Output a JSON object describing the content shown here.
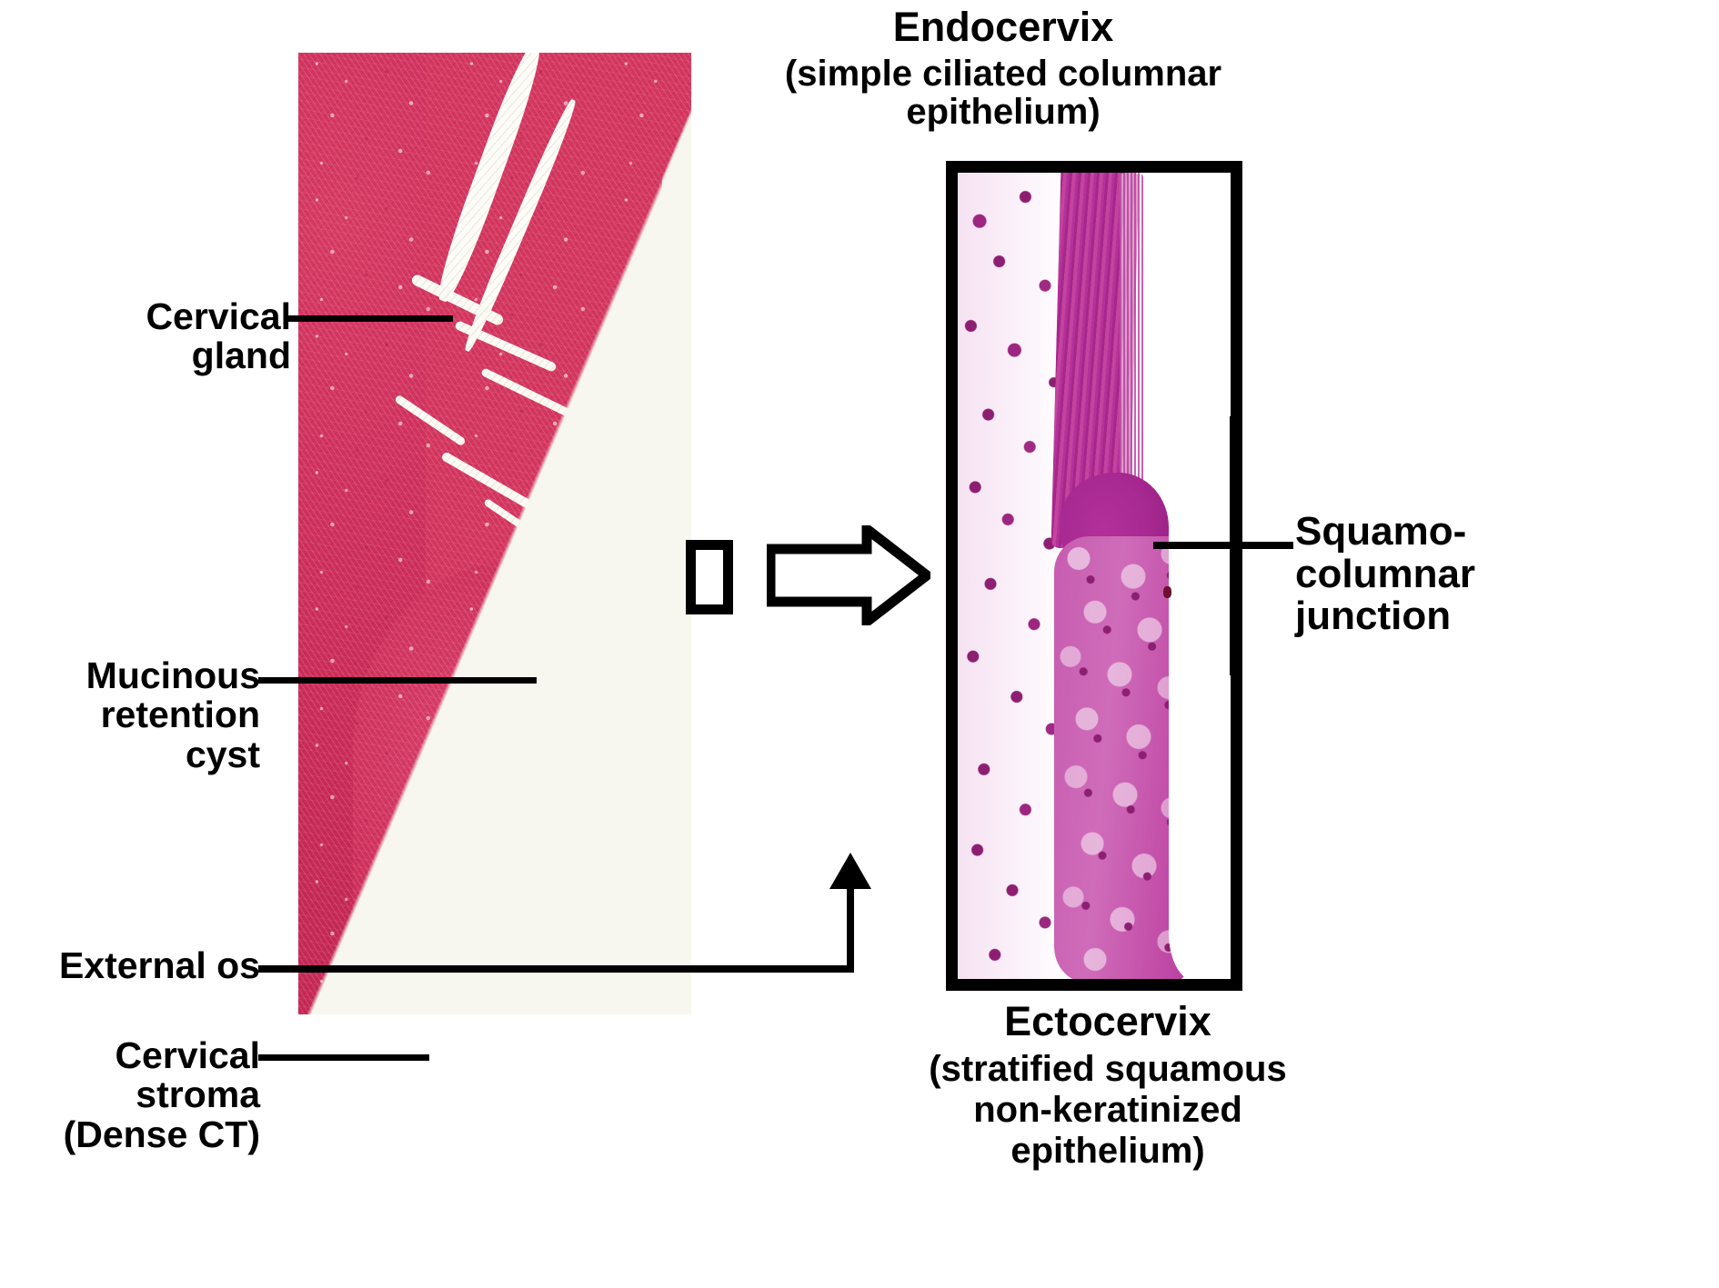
{
  "figure": {
    "type": "histology-annotated-diagram",
    "subject": "Cervix — uterine cervix histology with magnified squamocolumnar junction inset"
  },
  "top_caption": {
    "title": "Endocervix",
    "subtitle_line1": "(simple ciliated columnar",
    "subtitle_line2": "epithelium)"
  },
  "bottom_caption": {
    "title": "Ectocervix",
    "subtitle_line1": "(stratified squamous",
    "subtitle_line2": "non-keratinized",
    "subtitle_line3": "epithelium)"
  },
  "left_labels": [
    {
      "id": "cervical-gland",
      "line1": "Cervical",
      "line2": "gland"
    },
    {
      "id": "mucinous-retention-cyst",
      "line1": "Mucinous",
      "line2": "retention",
      "line3": "cyst"
    },
    {
      "id": "external-os",
      "line1": "External os"
    },
    {
      "id": "cervical-stroma",
      "line1": "Cervical",
      "line2": "stroma",
      "line3": "(Dense CT)"
    }
  ],
  "right_labels": [
    {
      "id": "squamocolumnar-junction",
      "line1": "Squamo-",
      "line2": "columnar",
      "line3": "junction"
    }
  ],
  "colors": {
    "ink": "#000000",
    "page_background": "#ffffff",
    "slide_background": "#f7f6ee",
    "stroma_pink": "#d4335f",
    "stroma_deep": "#b81e50",
    "epithelium_magenta": "#c23390",
    "nucleus_purple": "#8d1f72",
    "inset_border": "#000000"
  }
}
